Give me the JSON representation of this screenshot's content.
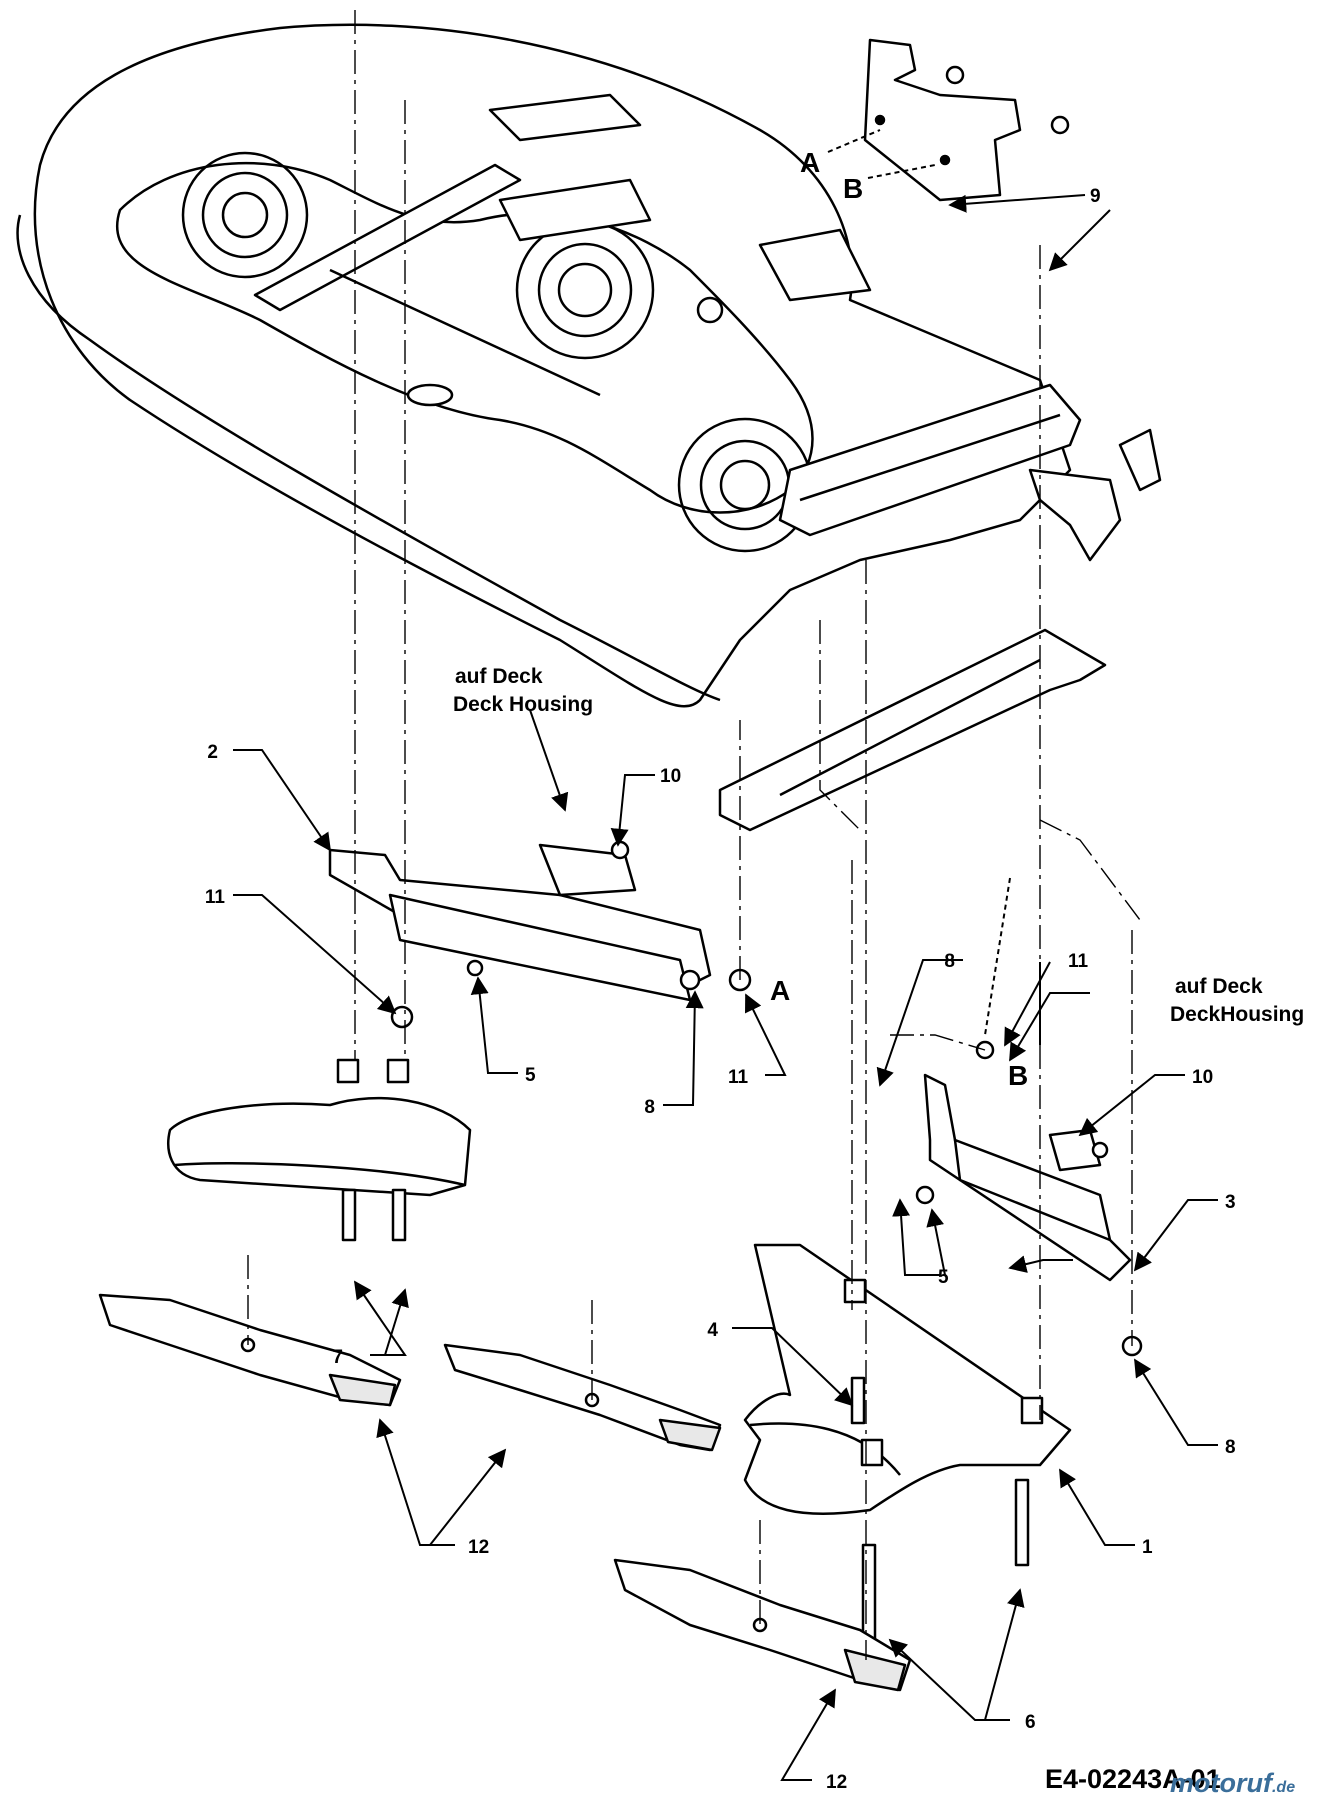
{
  "callouts": {
    "n1": "1",
    "n2": "2",
    "n3": "3",
    "n4": "4",
    "n5": "5",
    "n6": "6",
    "n7": "7",
    "n8": "8",
    "n9": "9",
    "n10": "10",
    "n11": "11",
    "n12": "12"
  },
  "letters": {
    "a": "A",
    "b": "B"
  },
  "notes": {
    "deck_de": "auf Deck",
    "deck_en": "Deck Housing",
    "deck_en_compact": "DeckHousing"
  },
  "footer": {
    "drawing_code": "E4-02243A-01",
    "watermark_main": "motoruf",
    "watermark_tld": ".de"
  },
  "colors": {
    "ink": "#000000",
    "paper": "#ffffff",
    "shade": "#e8e8e8",
    "watermark": "#3a6e9a"
  }
}
